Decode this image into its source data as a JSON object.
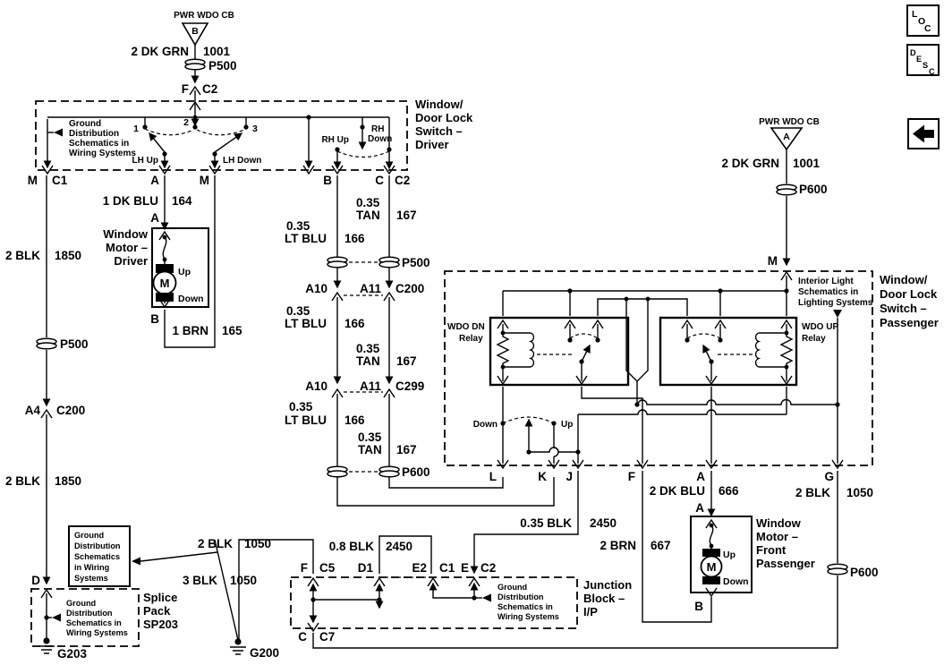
{
  "corner": {
    "loc": [
      "L",
      "O",
      "C"
    ],
    "desc": [
      "D",
      "E",
      "S",
      "C"
    ]
  },
  "feeds": {
    "driver": {
      "breaker": "PWR WDO CB",
      "pin": "B",
      "wire": "2 DK GRN",
      "circuit": "1001",
      "grommet": "P500",
      "term": "F",
      "conn": "C2"
    },
    "passenger": {
      "breaker": "PWR WDO CB",
      "pin": "A",
      "wire": "2 DK GRN",
      "circuit": "1001",
      "grommet": "P600",
      "term": "M"
    }
  },
  "driver_switch": {
    "title": [
      "Window/",
      "Door Lock",
      "Switch –",
      "Driver"
    ],
    "ground_ref": [
      "Ground",
      "Distribution",
      "Schematics in",
      "Wiring Systems"
    ],
    "pos": {
      "p1": "1",
      "p2": "2",
      "p3": "3"
    },
    "lh_up": "LH Up",
    "lh_down": "LH Down",
    "rh_up": "RH Up",
    "rh_down": [
      "RH",
      "Down"
    ],
    "pins": {
      "m": "M",
      "c1": "C1",
      "a": "A",
      "m2": "M",
      "b": "B",
      "c": "C",
      "c2": "C2"
    }
  },
  "driver_motor": {
    "title": [
      "Window",
      "Motor –",
      "Driver"
    ],
    "pin_a": "A",
    "pin_b": "B",
    "up": "Up",
    "down": "Down",
    "motor": "M",
    "wire_a": {
      "label": "1 DK BLU",
      "circuit": "164"
    },
    "wire_b": {
      "label": "1 BRN",
      "circuit": "165"
    }
  },
  "left_run": {
    "wire_upper": {
      "label": "2 BLK",
      "circuit": "1850"
    },
    "grommet": "P500",
    "conn": {
      "pin": "A4",
      "name": "C200"
    },
    "wire_lower": {
      "label": "2 BLK",
      "circuit": "1850"
    },
    "pin_d": "D",
    "splice_pack": [
      "Splice",
      "Pack",
      "SP203"
    ],
    "splice_ref": [
      "Ground",
      "Distribution",
      "Schematics in",
      "Wiring Systems"
    ],
    "ground": "G203"
  },
  "center_run": {
    "blu1": {
      "l1": "0.35",
      "l2": "LT BLU",
      "circuit": "166"
    },
    "tan1": {
      "l1": "0.35",
      "l2": "TAN",
      "circuit": "167"
    },
    "grommet_top": "P500",
    "conn_c200": {
      "a": "A10",
      "b": "A11",
      "name": "C200"
    },
    "blu2": {
      "l1": "0.35",
      "l2": "LT BLU",
      "circuit": "166"
    },
    "tan2": {
      "l1": "0.35",
      "l2": "TAN",
      "circuit": "167"
    },
    "conn_c299": {
      "a": "A10",
      "b": "A11",
      "name": "C299"
    },
    "blu3": {
      "l1": "0.35",
      "l2": "LT BLU",
      "circuit": "166"
    },
    "tan3": {
      "l1": "0.35",
      "l2": "TAN",
      "circuit": "167"
    },
    "grommet_bottom": "P600"
  },
  "passenger_switch": {
    "title": [
      "Window/",
      "Door Lock",
      "Switch –",
      "Passenger"
    ],
    "interior_ref": [
      "Interior Light",
      "Schematics in",
      "Lighting Systems"
    ],
    "dn_relay": [
      "WDO DN",
      "Relay"
    ],
    "up_relay": [
      "WDO UP",
      "Relay"
    ],
    "down": "Down",
    "up": "Up",
    "pins": {
      "l": "L",
      "k": "K",
      "j": "J",
      "f": "F",
      "a": "A",
      "g": "G"
    }
  },
  "passenger_motor": {
    "title": [
      "Window",
      "Motor –",
      "Front",
      "Passenger"
    ],
    "pin_a": "A",
    "pin_b": "B",
    "up": "Up",
    "down": "Down",
    "motor": "M",
    "wire_a": {
      "label": "2 DK BLU",
      "circuit": "666"
    },
    "wire_b": {
      "label": "2 BRN",
      "circuit": "667"
    }
  },
  "j_wire": {
    "label": "0.35 BLK",
    "circuit": "2450"
  },
  "right_ground": {
    "wire": {
      "label": "2 BLK",
      "circuit": "1050"
    },
    "grommet": "P600"
  },
  "junction_block": {
    "title": [
      "Junction",
      "Block –",
      "I/P"
    ],
    "ground_ref": [
      "Ground",
      "Distribution",
      "Schematics in",
      "Wiring Systems"
    ],
    "loop_wire": {
      "label": "0.8 BLK",
      "circuit": "2450"
    },
    "pins": {
      "f": "F",
      "c5": "C5",
      "d1": "D1",
      "e2": "E2",
      "c1": "C1",
      "e": "E",
      "c2": "C2",
      "c": "C",
      "c7": "C7"
    }
  },
  "bottom_left": {
    "solid_ref": [
      "Ground",
      "Distribution",
      "Schematics",
      "in Wiring",
      "Systems"
    ],
    "wire_2blk": {
      "label": "2 BLK",
      "circuit": "1050"
    },
    "wire_3blk": {
      "label": "3 BLK",
      "circuit": "1050"
    },
    "ground": "G200"
  }
}
